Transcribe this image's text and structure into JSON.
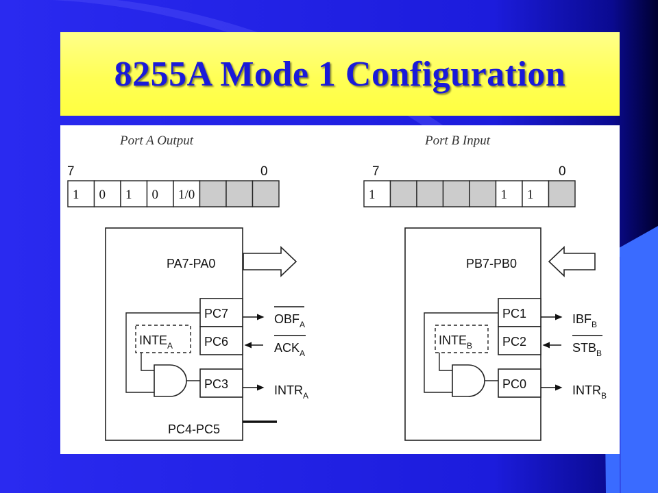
{
  "title": "8255A Mode 1 Configuration",
  "colors": {
    "background": "#1f1fe6",
    "title_bg": "#ffff55",
    "title_text": "#1a1ad8",
    "cell_shaded": "#cccccc"
  },
  "port_a": {
    "header": "Port A Output",
    "msb": "7",
    "lsb": "0",
    "bits": [
      "1",
      "0",
      "1",
      "0",
      "1/0",
      "",
      "",
      ""
    ],
    "shaded": [
      false,
      false,
      false,
      false,
      false,
      true,
      true,
      true
    ],
    "bus_label": "PA7-PA0",
    "pins": [
      "PC7",
      "PC6",
      "PC3"
    ],
    "inte": "INTE",
    "inte_sub": "A",
    "signals": [
      {
        "name": "OBF",
        "sub": "A",
        "overbar": true,
        "dir": "out"
      },
      {
        "name": "ACK",
        "sub": "A",
        "overbar": true,
        "dir": "in"
      },
      {
        "name": "INTR",
        "sub": "A",
        "overbar": false,
        "dir": "out"
      }
    ],
    "extra_pins": "PC4-PC5"
  },
  "port_b": {
    "header": "Port B Input",
    "msb": "7",
    "lsb": "0",
    "bits": [
      "1",
      "",
      "",
      "",
      "",
      "1",
      "1",
      ""
    ],
    "shaded": [
      false,
      true,
      true,
      true,
      true,
      false,
      false,
      true
    ],
    "bus_label": "PB7-PB0",
    "pins": [
      "PC1",
      "PC2",
      "PC0"
    ],
    "inte": "INTE",
    "inte_sub": "B",
    "signals": [
      {
        "name": "IBF",
        "sub": "B",
        "overbar": false,
        "dir": "out"
      },
      {
        "name": "STB",
        "sub": "B",
        "overbar": true,
        "dir": "in"
      },
      {
        "name": "INTR",
        "sub": "B",
        "overbar": false,
        "dir": "out"
      }
    ]
  }
}
